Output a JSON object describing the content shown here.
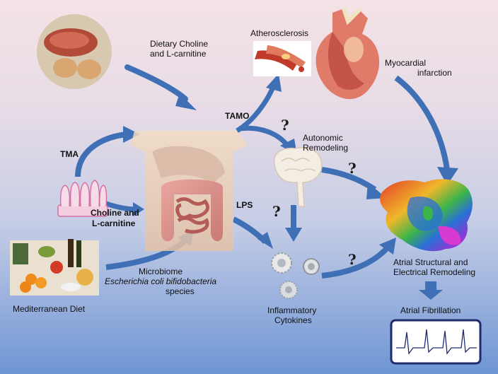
{
  "labels": {
    "dietary_choline": "Dietary Choline",
    "and_l_carnitine": "and L-carnitine",
    "atherosclerosis": "Atherosclerosis",
    "myocardial": "Myocardial",
    "infarction": "infarction",
    "tamo": "TAMO",
    "autonomic": "Autonomic",
    "remodeling": "Remodeling",
    "tma": "TMA",
    "choline_and": "Choline and",
    "l_carnitine": "L-carnitine",
    "lps": "LPS",
    "microbiome": "Microbiome",
    "bacteria": "Escherichia coli bifidobacteria",
    "species": "species",
    "mediterranean_diet": "Mediterranean Diet",
    "inflammatory": "Inflammatory",
    "cytokines": "Cytokines",
    "atrial_structural": "Atrial Structural and",
    "electrical_remodeling": "Electrical Remodeling",
    "atrial_fibrillation": "Atrial Fibrillation"
  },
  "question_mark": "?",
  "colors": {
    "arrow": "#3f6fb5",
    "arrow_edge": "#2a4f8a",
    "background_top": "#f4e3e6",
    "background_bottom": "#6e95d4"
  },
  "icons": [
    "meat-eggs-image",
    "artery-plaque-image",
    "heart-infarction-image",
    "intestine-image",
    "villi-image",
    "brain-image",
    "mediterranean-food-image",
    "immune-cells-image",
    "atrial-map-image",
    "ecg-image"
  ]
}
